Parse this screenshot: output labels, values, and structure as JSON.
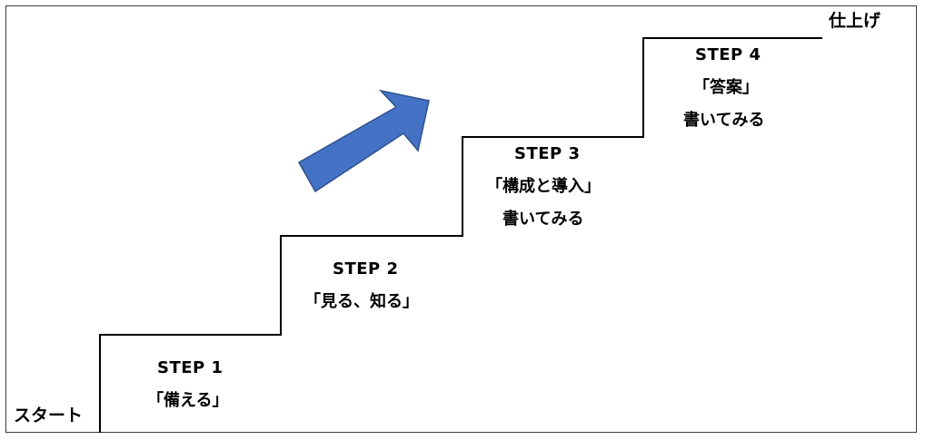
{
  "start_label": "スタート",
  "finish_label": "仕上げ",
  "steps": [
    {
      "title": "STEP 1",
      "lines": [
        "「備える」"
      ]
    },
    {
      "title": "STEP 2",
      "lines": [
        "「見る、知る」"
      ]
    },
    {
      "title": "STEP 3",
      "lines": [
        "「構成と導入」",
        "書いてみる"
      ]
    },
    {
      "title": "STEP 4",
      "lines": [
        "「答案」",
        "書いてみる"
      ]
    }
  ],
  "colors": {
    "arrow_fill": "#4472c4",
    "arrow_stroke": "#2f528f",
    "line": "#000000"
  },
  "icons": {
    "progress_arrow": "up-right-arrow-icon"
  }
}
